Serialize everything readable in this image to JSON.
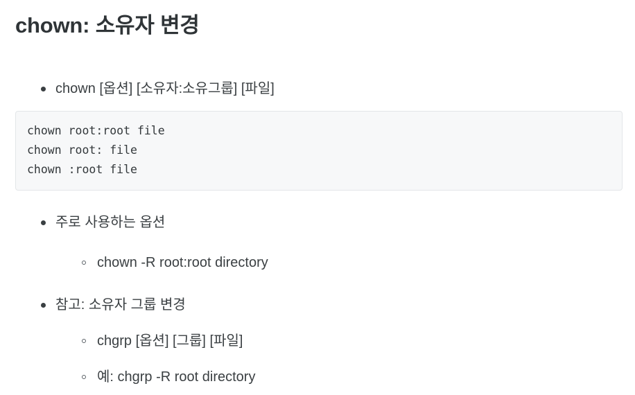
{
  "document": {
    "title": "chown: 소유자 변경",
    "sections": [
      {
        "bullet": "chown [옵션] [소유자:소유그룹] [파일]"
      },
      {
        "bullet": "주로 사용하는 옵션",
        "sub": [
          "chown -R root:root directory"
        ]
      },
      {
        "bullet": "참고: 소유자 그룹 변경",
        "sub": [
          "chgrp [옵션] [그룹] [파일]",
          "예: chgrp -R root directory"
        ]
      }
    ],
    "code_block": {
      "lines": [
        "chown root:root file",
        "chown root: file",
        "chown :root file"
      ]
    }
  },
  "colors": {
    "title": "#2f3437",
    "body_text": "#3a3f42",
    "code_text": "#33383b",
    "code_background": "#f7f8f9",
    "code_border": "#e3e6e8",
    "page_background": "#ffffff"
  }
}
